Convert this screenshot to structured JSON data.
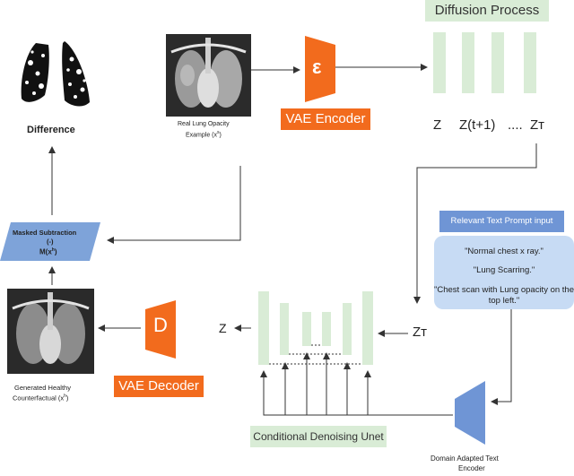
{
  "diffusion": {
    "title": "Diffusion Process",
    "z_labels": [
      "Z",
      "Z(t+1)",
      "....",
      "Zт"
    ]
  },
  "encoder": {
    "symbol": "ε",
    "label": "VAE Encoder"
  },
  "decoder": {
    "symbol": "D",
    "label": "VAE Decoder",
    "z_in": "Zт",
    "z_out": "Z"
  },
  "unet": {
    "label": "Conditional Denoising Unet"
  },
  "images": {
    "difference_label": "Difference",
    "real_caption_1": "Real Lung Opacity",
    "real_caption_2": "Example (x",
    "real_caption_sup": "s",
    "real_caption_end": ")",
    "generated_caption_1": "Generated Healthy",
    "generated_caption_2": "Counterfactual (x",
    "generated_caption_sup": "h",
    "generated_caption_end": ")"
  },
  "masked": {
    "line1": "Masked Subtraction",
    "line2": "(-)",
    "line3": "M(x",
    "sup": "h",
    "end": ")"
  },
  "prompt": {
    "header": "Relevant Text Prompt input",
    "items": [
      "\"Normal chest x ray.\"",
      "\"Lung Scarring.\"",
      "\"Chest scan with Lung opacity on the",
      "top left.\""
    ]
  },
  "text_encoder": {
    "line1": "Domain  Adapted Text",
    "line2": "Encoder"
  },
  "colors": {
    "orange": "#f26b1d",
    "light_green": "#d9ecd6",
    "blue": "#6f95d5",
    "light_blue": "#c7dbf4"
  }
}
